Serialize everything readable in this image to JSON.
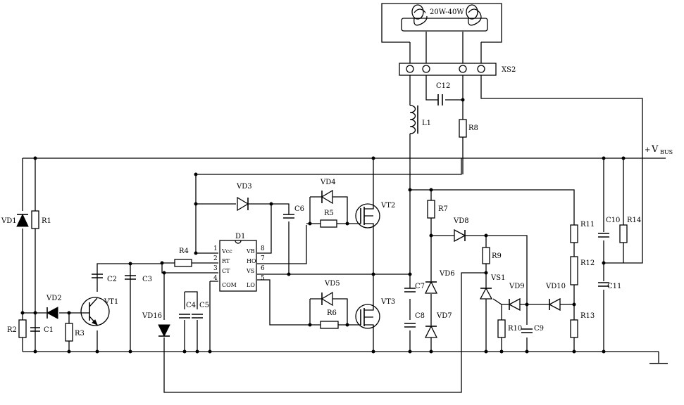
{
  "lamp": {
    "label": "20W-40W"
  },
  "connector": {
    "label": "XS2"
  },
  "vbus": {
    "plus": "+",
    "v": "V",
    "sub": "BUS"
  },
  "ic": {
    "name": "D1",
    "pins": [
      "1",
      "2",
      "3",
      "4",
      "5",
      "6",
      "7",
      "8"
    ],
    "left_labels": [
      "Vcc",
      "RT",
      "CT",
      "COM"
    ],
    "right_labels": [
      "VB",
      "HO",
      "VS",
      "LO"
    ]
  },
  "components": {
    "VD1": "VD1",
    "R1": "R1",
    "R2": "R2",
    "C1": "C1",
    "VD2": "VD2",
    "R3": "R3",
    "VT1": "VT1",
    "C2": "C2",
    "C3": "C3",
    "R4": "R4",
    "VD16": "VD16",
    "C4": "C4",
    "C5": "C5",
    "VD3": "VD3",
    "C6": "C6",
    "VD4": "VD4",
    "R5": "R5",
    "VT2": "VT2",
    "VD5": "VD5",
    "R6": "R6",
    "VT3": "VT3",
    "L1": "L1",
    "C12": "C12",
    "R8": "R8",
    "R7": "R7",
    "C7": "C7",
    "C8": "C8",
    "VD6": "VD6",
    "VD7": "VD7",
    "VD8": "VD8",
    "R9": "R9",
    "VS1": "VS1",
    "VD9": "VD9",
    "R10": "R10",
    "C9": "C9",
    "VD10": "VD10",
    "R11": "R11",
    "R12": "R12",
    "R13": "R13",
    "C10": "C10",
    "R14": "R14",
    "C11": "C11"
  }
}
